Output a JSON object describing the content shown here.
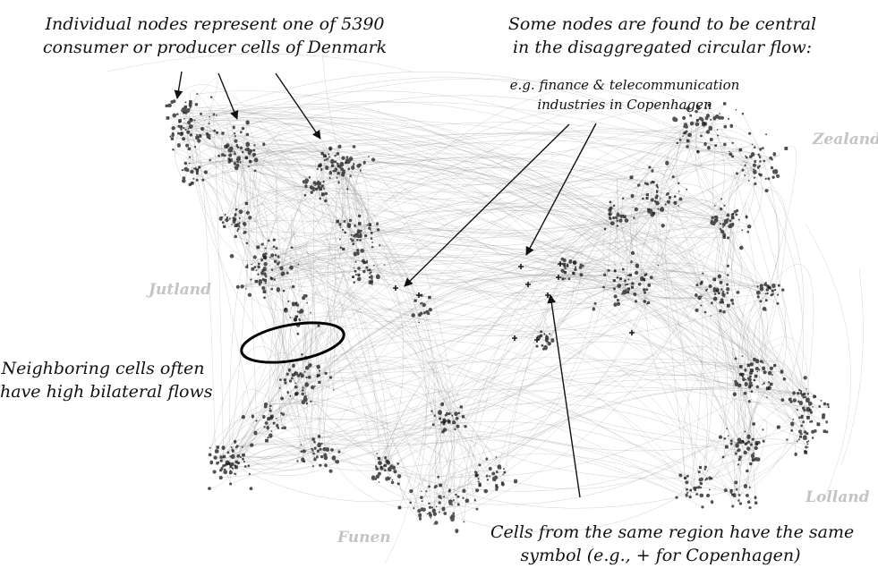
{
  "annotations": {
    "nodes": [
      "Individual nodes represent one of 5390",
      "consumer or producer cells of Denmark"
    ],
    "central": [
      "Some nodes are found to be central",
      "in the disaggregated circular flow:"
    ],
    "example": [
      "e.g. finance & telecommunication",
      "industries in Copenhagen"
    ],
    "neighbors": [
      "Neighboring cells often",
      "have high bilateral flows"
    ],
    "symbols": [
      "Cells from the same region have the same",
      "symbol (e.g., + for Copenhagen)"
    ]
  },
  "regions": {
    "jutland": "Jutland",
    "zealand": "Zealand",
    "funen": "Funen",
    "lolland": "Lolland"
  },
  "colors": {
    "edge": "#8a8a8a",
    "node": "#1a1a1a",
    "region_label": "#c4c4c4",
    "text": "#111111"
  }
}
